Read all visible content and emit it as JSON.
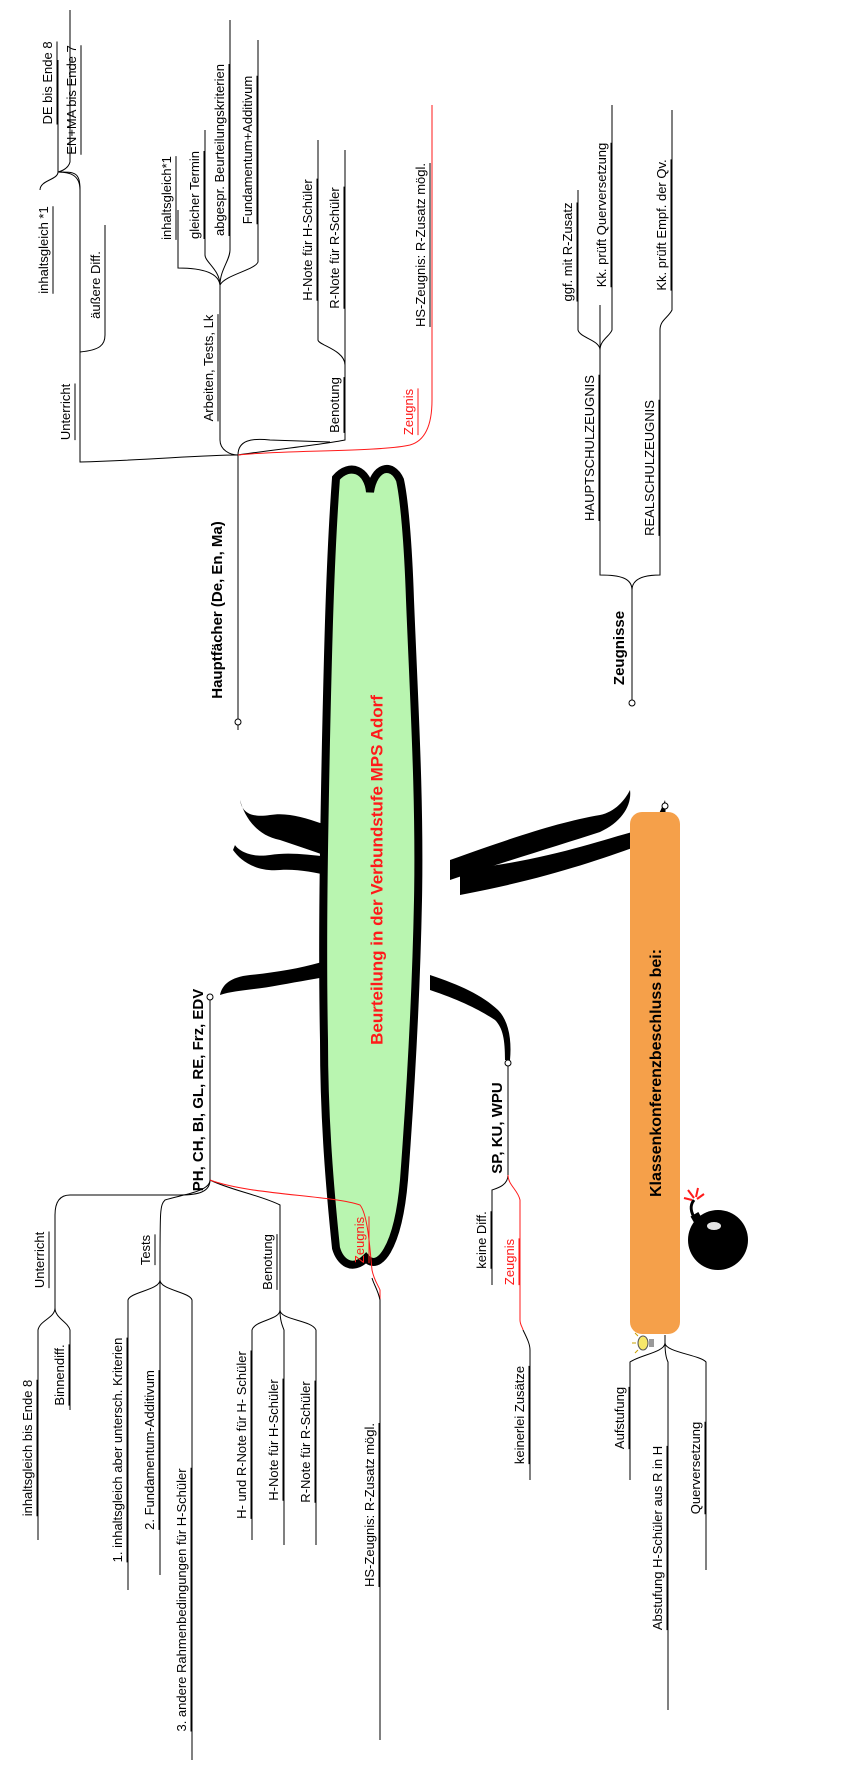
{
  "center": {
    "title": "Beurteilung in der Verbundstufe MPS Adorf"
  },
  "colors": {
    "cloud_fill": "#b9f5b0",
    "accent_red": "#ff1a1a",
    "badge_fill": "#f5a04a",
    "line": "#000000"
  },
  "branches": {
    "haupt": {
      "label": "Hauptfächer (De, En, Ma)",
      "unterricht": {
        "label": "Unterricht",
        "inhaltsgleich": "inhaltsgleich *1",
        "de": "DE bis Ende 8",
        "en_ma": "EN+MA bis Ende 7",
        "aeussere": "äußere Diff."
      },
      "arbeiten": {
        "label": "Arbeiten, Tests, Lk",
        "items": [
          "inhaltsgleich*1",
          "gleicher Termin",
          "abgespr. Beurteilungskriterien",
          "Fundamentum+Additivum"
        ]
      },
      "benotung": {
        "label": "Benotung",
        "items": [
          "H-Note für H-Schüler",
          "R-Note für R-Schüler"
        ]
      },
      "zeugnis": {
        "label": "Zeugnis",
        "item": "HS-Zeugnis: R-Zusatz mögl."
      }
    },
    "zeugnisse": {
      "label": "Zeugnisse",
      "hs": {
        "label": "HAUPTSCHULZEUGNIS",
        "items": [
          "ggf. mit R-Zusatz",
          "Kk. prüft Querversetzung"
        ]
      },
      "rs": {
        "label": "REALSCHULZEUGNIS",
        "item": "Kk. prüft Empf. der Qv."
      }
    },
    "neben": {
      "label": "PH, CH, BI, GL, RE, Frz, EDV",
      "unterricht": {
        "label": "Unterricht",
        "items": [
          "inhaltsgleich bis Ende 8",
          "Binnendiff."
        ]
      },
      "tests": {
        "label": "Tests",
        "items": [
          "1. inhaltsgleich aber untersch. Kriterien",
          "2. Fundamentum-Additivum",
          "3. andere Rahmenbedingungen für H-Schüler"
        ]
      },
      "benotung": {
        "label": "Benotung",
        "items": [
          "H- und R-Note für H- Schüler",
          "H-Note für H-Schüler",
          "R-Note für R-Schüler"
        ]
      },
      "zeugnis": {
        "label": "Zeugnis",
        "item": "HS-Zeugnis: R-Zusatz mögl."
      }
    },
    "sp": {
      "label": "SP, KU, WPU",
      "keine": "keine Diff.",
      "zeugnis": "Zeugnis",
      "keinerlei": "keinerlei Zusätze"
    },
    "kk": {
      "label": "Klassenkonferenzbeschluss bei:",
      "items": [
        "Aufstufung",
        "Abstufung H-Schüler aus R in H",
        "Querversetzung"
      ]
    }
  },
  "icons": [
    "lightbulb-icon",
    "bomb-icon"
  ]
}
